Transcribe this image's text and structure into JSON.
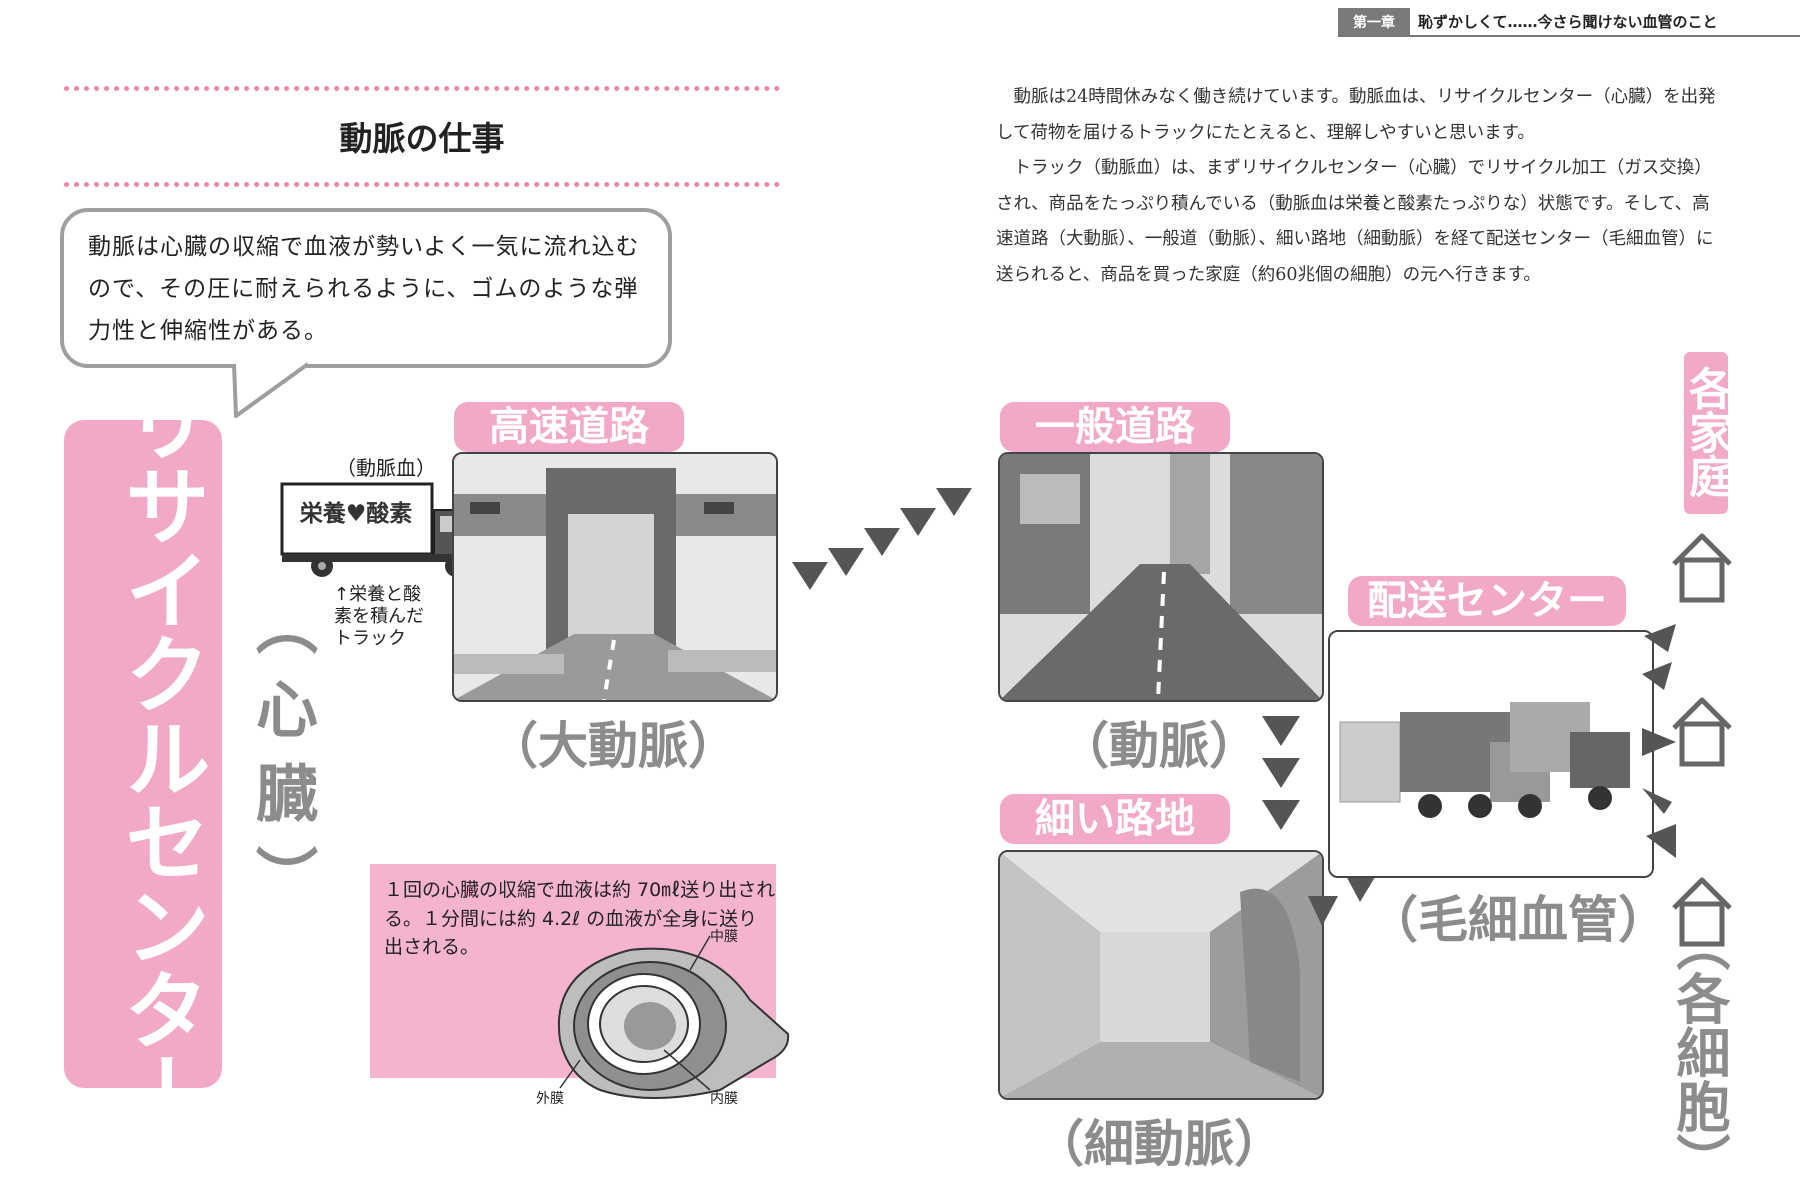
{
  "header": {
    "chapter": "第一章",
    "title": "恥ずかしくて……今さら聞けない血管のこと"
  },
  "section": {
    "title": "動脈の仕事"
  },
  "bubble": {
    "text": "動脈は心臓の収縮で血液が勢いよく一気に流れ込むので、その圧に耐えられるように、ゴムのような弾力性と伸縮性がある。"
  },
  "body": {
    "paragraphs": [
      "動脈は24時間休みなく働き続けています。動脈血は、リサイクルセンター（心臓）を出発して荷物を届けるトラックにたとえると、理解しやすいと思います。",
      "トラック（動脈血）は、まずリサイクルセンター（心臓）でリサイクル加工（ガス交換）され、商品をたっぷり積んでいる（動脈血は栄養と酸素たっぷりな）状態です。そして、高速道路（大動脈）、一般道（動脈）、細い路地（細動脈）を経て配送センター（毛細血管）に送られると、商品を買った家庭（約60兆個の細胞）の元へ行きます。"
    ]
  },
  "diagram": {
    "recycle_center": "リサイクルセンター",
    "heart": "（心臓）",
    "truck_label": "（動脈血）",
    "truck_text": "栄養♥酸素",
    "truck_caption": "↑栄養と酸素を積んだトラック",
    "highway": {
      "label": "高速道路",
      "sub": "（大動脈）"
    },
    "road": {
      "label": "一般道路",
      "sub": "（動脈）"
    },
    "alley": {
      "label": "細い路地",
      "sub": "（細動脈）"
    },
    "delivery": {
      "label": "配送センター",
      "sub": "（毛細血管）"
    },
    "homes": "各家庭",
    "cells": "（各細胞）"
  },
  "info_box": {
    "text": "１回の心臓の収縮で血液は約 70㎖送り出される。１分間には約 4.2ℓ の血液が全身に送り出される。",
    "labels": {
      "middle": "中膜",
      "outer": "外膜",
      "inner": "内膜"
    }
  }
}
